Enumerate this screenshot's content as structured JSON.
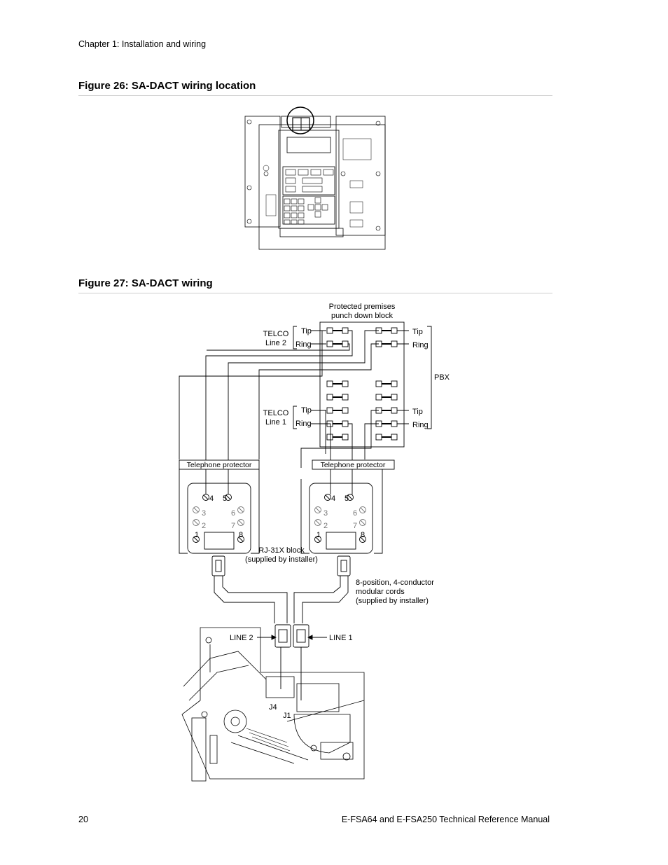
{
  "header": {
    "chapter": "Chapter 1: Installation and wiring"
  },
  "figure26": {
    "title": "Figure 26: SA-DACT wiring location"
  },
  "figure27": {
    "title": "Figure 27: SA-DACT wiring",
    "labels": {
      "punch_block_1": "Protected premises",
      "punch_block_2": "punch down block",
      "telco_line2_a": "TELCO",
      "telco_line2_b": "Line 2",
      "telco_line1_a": "TELCO",
      "telco_line1_b": "Line 1",
      "tip": "Tip",
      "ring": "Ring",
      "pbx": "PBX",
      "telephone_protector": "Telephone protector",
      "rj31x_1": "RJ-31X block",
      "rj31x_2": "(supplied by installer)",
      "cords_1": "8-position, 4-conductor",
      "cords_2": "modular cords",
      "cords_3": "(supplied by installer)",
      "line2": "LINE 2",
      "line1": "LINE 1",
      "j4": "J4",
      "j1": "J1",
      "pin_1": "1",
      "pin_2": "2",
      "pin_3": "3",
      "pin_4": "4",
      "pin_5": "5",
      "pin_6": "6",
      "pin_7": "7",
      "pin_8": "8"
    }
  },
  "footer": {
    "page_number": "20",
    "manual_title": "E-FSA64 and E-FSA250 Technical Reference Manual"
  }
}
